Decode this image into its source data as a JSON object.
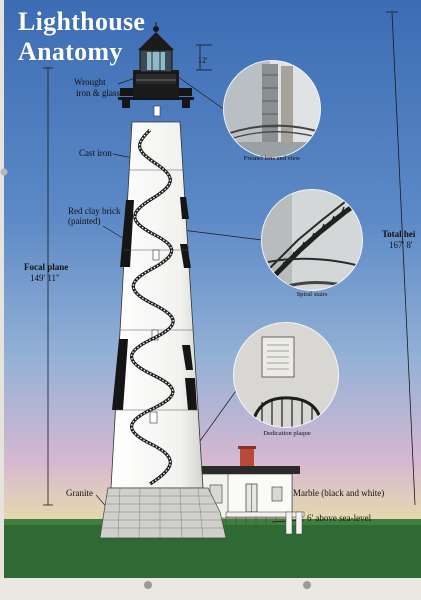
{
  "poster": {
    "title_line1": "Lighthouse",
    "title_line2": "Anatomy",
    "lantern_height": "12'",
    "labels": {
      "wrought_line1": "Wrought",
      "wrought_line2": "iron & glass",
      "cast_iron": "Cast iron",
      "brick_line1": "Red clay brick",
      "brick_line2": "(painted)",
      "granite": "Granite",
      "marble": "Marble (black and white)",
      "sea_level": "6' above sea-level"
    },
    "focal_plane": {
      "label": "Focal plane",
      "value": "149' 11\""
    },
    "total_height": {
      "label": "Total hei",
      "value": "167' 8'"
    },
    "captions": {
      "fresnel": "Fresnel lens and view",
      "stairs": "Spiral stairs",
      "plaque": "Dedication plaque"
    },
    "colors": {
      "sky_top": "#3f6fb6",
      "sky_mid": "#86a8d2",
      "sky_low": "#d7b9d0",
      "horizon": "#e8e3a0",
      "grass": "#2f6a34",
      "tower_white": "#f4f4f2",
      "tower_black": "#151515"
    }
  }
}
